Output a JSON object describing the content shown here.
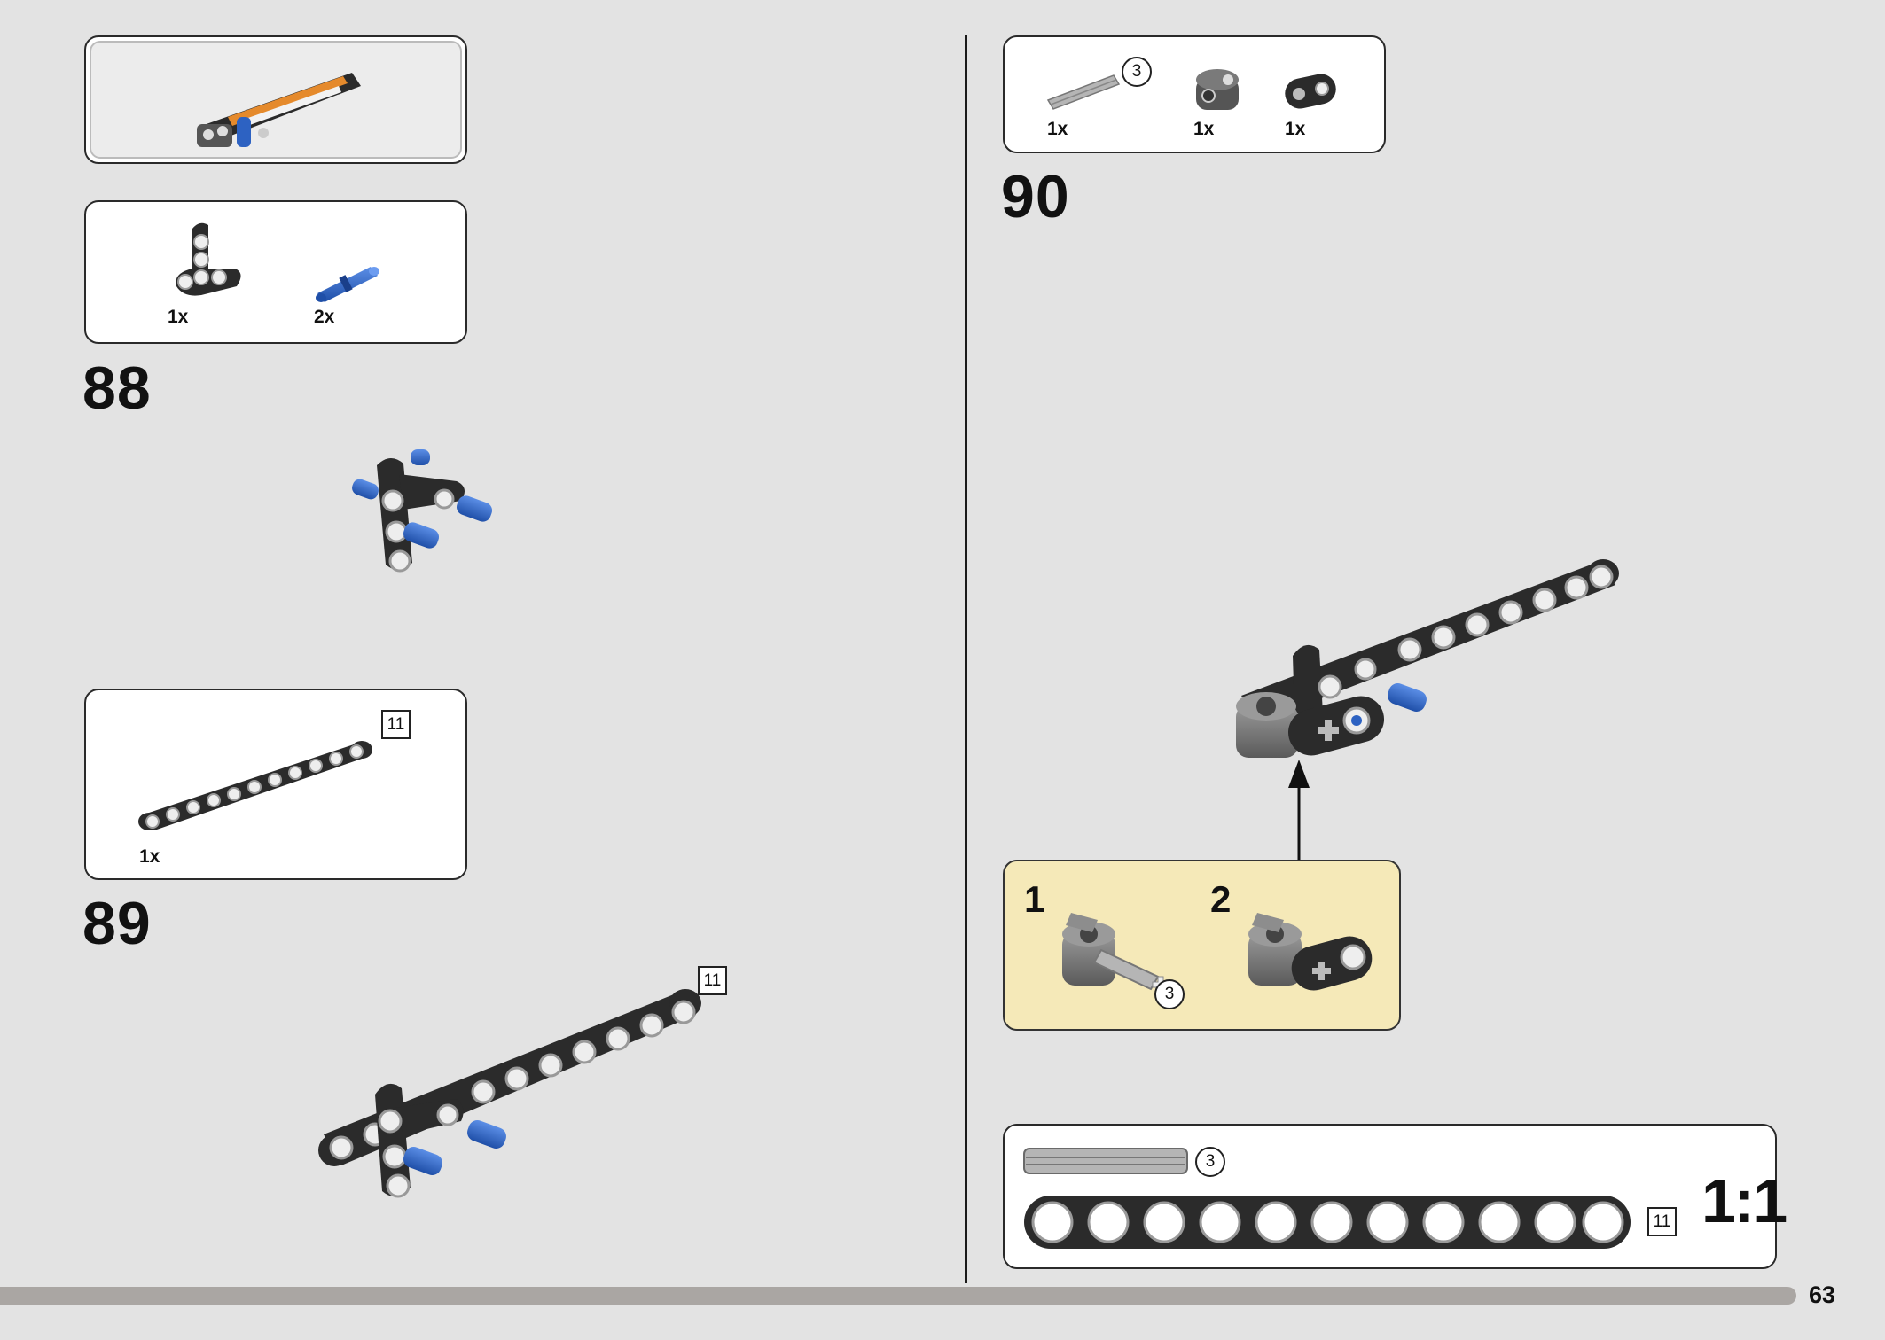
{
  "page": {
    "number": "63"
  },
  "step88": {
    "number": "88",
    "parts": [
      {
        "qty": "1x",
        "icon": "t-beam-icon"
      },
      {
        "qty": "2x",
        "icon": "blue-pin-icon"
      }
    ]
  },
  "step89": {
    "number": "89",
    "parts": [
      {
        "qty": "1x",
        "icon": "beam-11-icon",
        "size_label": "11"
      }
    ],
    "model_size_label": "11"
  },
  "step90": {
    "number": "90",
    "parts": [
      {
        "qty": "1x",
        "icon": "axle-3-icon",
        "size_label": "3"
      },
      {
        "qty": "1x",
        "icon": "cross-block-icon"
      },
      {
        "qty": "1x",
        "icon": "axle-connector-icon"
      }
    ],
    "substeps": [
      {
        "number": "1",
        "size_label": "3"
      },
      {
        "number": "2"
      }
    ]
  },
  "scale_ruler": {
    "axle_label": "3",
    "beam_label": "11",
    "ratio": "1:1"
  },
  "colors": {
    "page_bg": "#e3e3e3",
    "part_black": "#2b2b2b",
    "part_blue": "#2d62c2",
    "part_gray": "#6e6e6e",
    "substep_bg": "#f5e9b8",
    "page_bar": "#aaa6a3"
  }
}
